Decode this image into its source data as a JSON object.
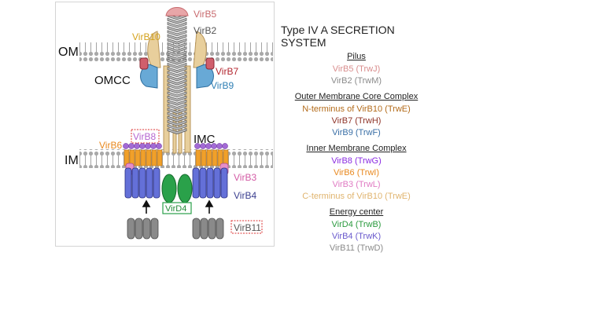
{
  "diagram": {
    "labels": {
      "om": "OM",
      "omcc": "OMCC",
      "im": "IM",
      "imc": "IMC"
    },
    "proteins": [
      {
        "name": "VirB5",
        "color": "#c86a6e"
      },
      {
        "name": "VirB2",
        "color": "#555555"
      },
      {
        "name": "VirB10",
        "color": "#d4a21c"
      },
      {
        "name": "VirB7",
        "color": "#b3262f"
      },
      {
        "name": "VirB9",
        "color": "#2f7fb4"
      },
      {
        "name": "VirB6",
        "color": "#e8881e"
      },
      {
        "name": "VirB8",
        "color": "#b565d0"
      },
      {
        "name": "VirB3",
        "color": "#d35ba5"
      },
      {
        "name": "VirB4",
        "color": "#3b3f8f"
      },
      {
        "name": "VirD4",
        "color": "#208a36"
      },
      {
        "name": "VirB11",
        "color": "#555555"
      }
    ]
  },
  "legend": {
    "title": "Type IV A SECRETION SYSTEM",
    "sections": [
      {
        "heading": "Pilus",
        "items": [
          {
            "label": "VirB5 (TrwJ)",
            "color": "#d98e8e"
          },
          {
            "label": "VirB2 (TrwM)",
            "color": "#8a8a8a"
          }
        ]
      },
      {
        "heading": "Outer Membrane Core Complex",
        "items": [
          {
            "label": "N-terminus of VirB10 (TrwE)",
            "color": "#b36b1a"
          },
          {
            "label": "VirB7 (TrwH)",
            "color": "#8e3226"
          },
          {
            "label": "VirB9 (TrwF)",
            "color": "#3a6fa6"
          }
        ]
      },
      {
        "heading": "Inner Membrane Complex",
        "items": [
          {
            "label": "VirB8 (TrwG)",
            "color": "#8a2be2"
          },
          {
            "label": "VirB6 (TrwI)",
            "color": "#e8881e"
          },
          {
            "label": "VirB3 (TrwL)",
            "color": "#e07bc3"
          },
          {
            "label": "C-terminus of VirB10 (TrwE)",
            "color": "#e0b46e"
          }
        ]
      },
      {
        "heading": "Energy center",
        "items": [
          {
            "label": "VirD4 (TrwB)",
            "color": "#2a9a3e"
          },
          {
            "label": "VirB4 (TrwK)",
            "color": "#6a5acd"
          },
          {
            "label": "VirB11 (TrwD)",
            "color": "#8a8a8a"
          }
        ]
      }
    ]
  }
}
